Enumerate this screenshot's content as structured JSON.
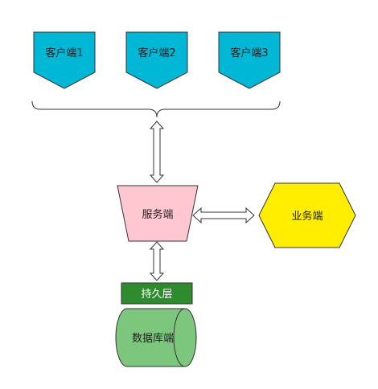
{
  "clients": [
    {
      "label": "客户端1"
    },
    {
      "label": "客户端2"
    },
    {
      "label": "客户端3"
    }
  ],
  "server": {
    "label": "服务端"
  },
  "business": {
    "label": "业务端"
  },
  "persistence": {
    "label": "持久层"
  },
  "database": {
    "label": "数据库端"
  },
  "colors": {
    "client_fill": "#00b7d6",
    "server_fill": "#ffc8d0",
    "business_fill": "#ffee00",
    "persistence_fill": "#2e8b2e",
    "database_fill": "#7dc67d",
    "stroke": "#333333"
  }
}
